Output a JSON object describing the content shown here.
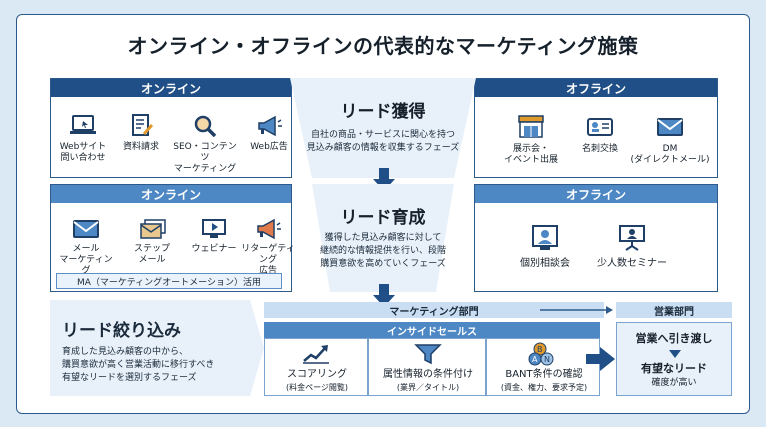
{
  "title": "オンライン・オフラインの代表的なマーケティング施策",
  "stage1": {
    "online_label": "オンライン",
    "offline_label": "オフライン",
    "title": "リード獲得",
    "desc_1": "自社の商品・サービスに関心を持つ",
    "desc_2": "見込み顧客の情報を収集するフェーズ",
    "online_items": [
      {
        "label_1": "Webサイト",
        "label_2": "問い合わせ",
        "icon": "laptop-icon"
      },
      {
        "label_1": "資料請求",
        "label_2": "",
        "icon": "document-pen-icon"
      },
      {
        "label_1": "SEO・コンテンツ",
        "label_2": "マーケティング",
        "icon": "magnifier-icon"
      },
      {
        "label_1": "Web広告",
        "label_2": "",
        "icon": "megaphone-icon"
      }
    ],
    "offline_items": [
      {
        "label_1": "展示会・",
        "label_2": "イベント出展",
        "icon": "booth-icon"
      },
      {
        "label_1": "名刺交換",
        "label_2": "",
        "icon": "business-card-icon"
      },
      {
        "label_1": "DM",
        "label_2": "(ダイレクトメール)",
        "icon": "envelope-icon"
      }
    ]
  },
  "stage2": {
    "online_label": "オンライン",
    "offline_label": "オフライン",
    "title": "リード育成",
    "desc_1": "獲得した見込み顧客に対して",
    "desc_2": "継続的な情報提供を行い、段階",
    "desc_3": "購買意欲を高めていくフェーズ",
    "online_items": [
      {
        "label_1": "メール",
        "label_2": "マーケティング",
        "icon": "envelope-icon"
      },
      {
        "label_1": "ステップ",
        "label_2": "メール",
        "icon": "mail-steps-icon"
      },
      {
        "label_1": "ウェビナー",
        "label_2": "",
        "icon": "monitor-play-icon"
      },
      {
        "label_1": "リターゲティング",
        "label_2": "広告",
        "icon": "megaphone-icon"
      }
    ],
    "ma_note": "MA（マーケティングオートメーション）活用",
    "offline_items": [
      {
        "label_1": "個別相談会",
        "label_2": "",
        "icon": "consultation-icon"
      },
      {
        "label_1": "少人数セミナー",
        "label_2": "",
        "icon": "seminar-icon"
      }
    ]
  },
  "stage3": {
    "title": "リード絞り込み",
    "desc_1": "育成した見込み顧客の中から、",
    "desc_2": "購買意欲が高く営業活動に移行すべき",
    "desc_3": "有望なリードを選別するフェーズ",
    "marketing_dept": "マーケティング部門",
    "inside_sales": "インサイドセールス",
    "methods": [
      {
        "label_1": "スコアリング",
        "label_2": "(料金ページ閲覧)",
        "icon": "chart-up-icon"
      },
      {
        "label_1": "属性情報の条件付け",
        "label_2": "(業界／タイトル)",
        "icon": "filter-icon"
      },
      {
        "label_1": "BANT条件の確認",
        "label_2": "(資金、権力、要求予定)",
        "icon": "bant-coins-icon"
      }
    ],
    "sales_dept": "営業部門",
    "handoff": "営業へ引き渡し",
    "result_1": "有望なリード",
    "result_2": "確度が高い"
  }
}
